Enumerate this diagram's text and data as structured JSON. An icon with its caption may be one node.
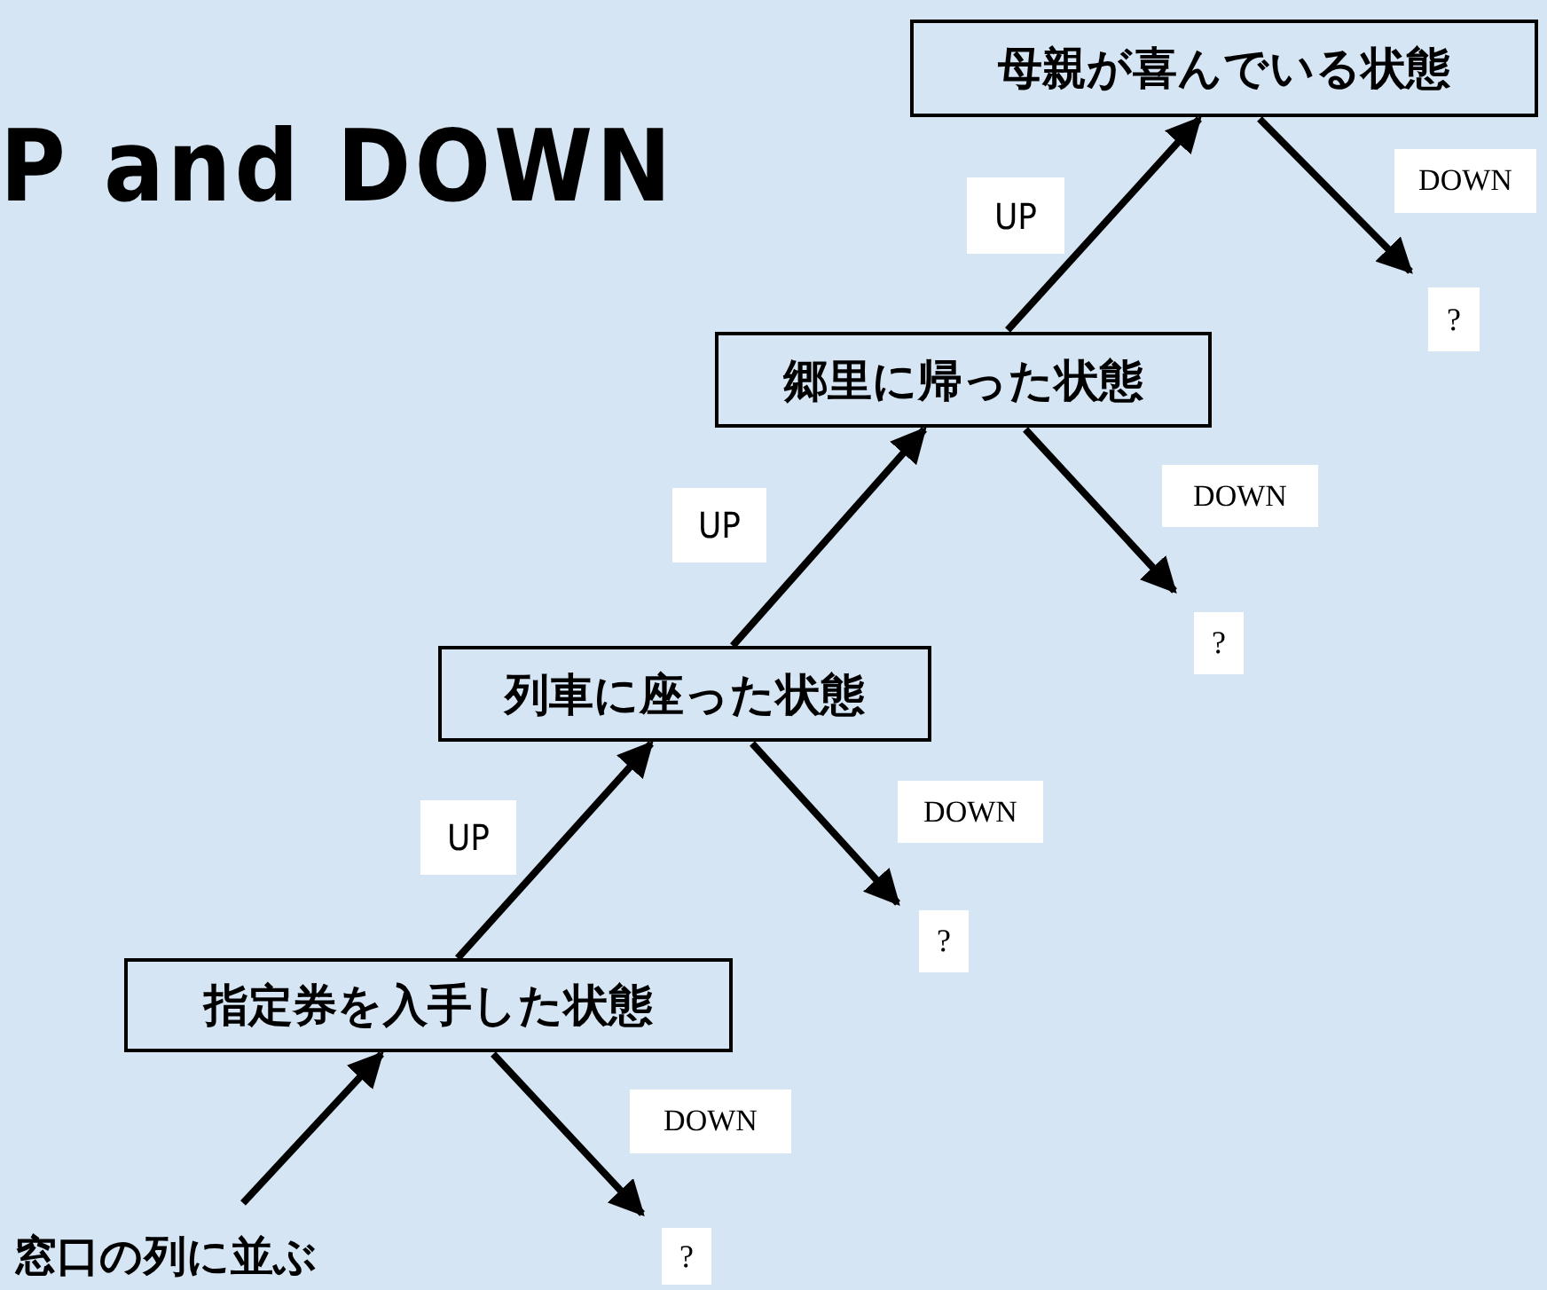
{
  "diagram": {
    "title": "P and DOWN",
    "nodes": [
      {
        "text": [
          "窓口の列に並ぶ"
        ]
      },
      {
        "text": [
          "指定券を入手した状態"
        ]
      },
      {
        "text": [
          "?"
        ]
      },
      {
        "text": [
          "列車に座った状態"
        ]
      },
      {
        "text": [
          "?"
        ]
      },
      {
        "text": [
          "郷里に帰った状態"
        ]
      },
      {
        "text": [
          "?"
        ]
      },
      {
        "text": [
          "母親が喜んでいる状態"
        ]
      },
      {
        "text": [
          "?"
        ]
      }
    ],
    "edges": [
      {
        "from": 0,
        "to": 1,
        "arrow": "to"
      },
      {
        "from": 1,
        "to": 2,
        "arrow": "to",
        "label": "DOWN"
      },
      {
        "from": 1,
        "to": 3,
        "arrow": "to",
        "label": "UP"
      },
      {
        "from": 3,
        "to": 4,
        "arrow": "to",
        "label": "DOWN"
      },
      {
        "from": 3,
        "to": 5,
        "arrow": "to",
        "label": "UP"
      },
      {
        "from": 5,
        "to": 6,
        "arrow": "to",
        "label": "DOWN"
      },
      {
        "from": 5,
        "to": 7,
        "arrow": "to",
        "label": "UP"
      },
      {
        "from": 7,
        "to": 8,
        "arrow": "to",
        "label": "DOWN"
      }
    ]
  }
}
